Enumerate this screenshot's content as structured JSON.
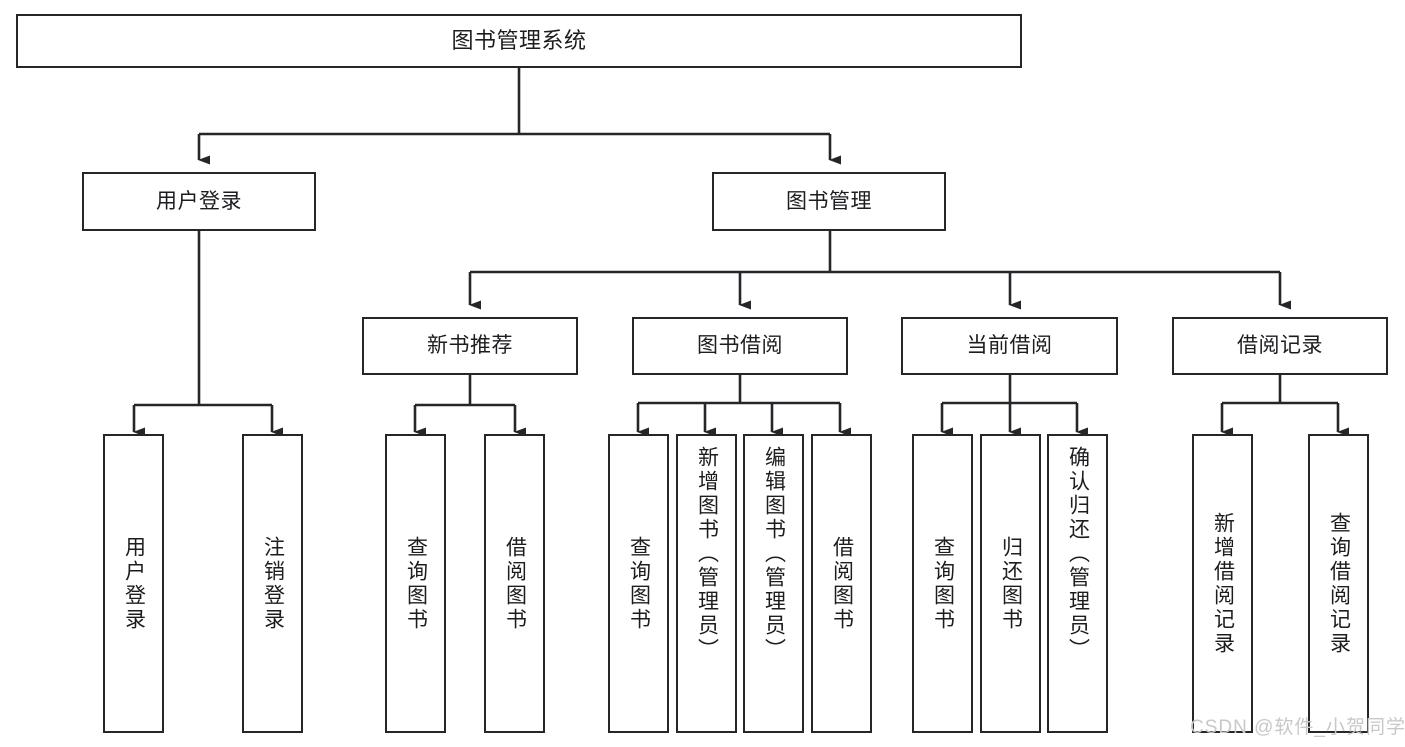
{
  "diagram": {
    "title": "图书管理系统",
    "type": "tree-hierarchy-diagram",
    "colors": {
      "box_border": "#26262a",
      "box_fill": "#ffffff",
      "connector": "#26262a",
      "text": "#1d1d20",
      "watermark": "#c8c8c8",
      "background": "#ffffff"
    },
    "levels": {
      "root": "图书管理系统",
      "level2": [
        "用户登录",
        "图书管理"
      ],
      "level3": [
        "新书推荐",
        "图书借阅",
        "当前借阅",
        "借阅记录"
      ]
    },
    "nodes": {
      "root": {
        "label": "图书管理系统"
      },
      "user_login": {
        "label": "用户登录"
      },
      "book_manage": {
        "label": "图书管理"
      },
      "new_book_rec": {
        "label": "新书推荐"
      },
      "book_borrow": {
        "label": "图书借阅"
      },
      "current_borrow": {
        "label": "当前借阅"
      },
      "borrow_record": {
        "label": "借阅记录"
      }
    },
    "leaves": {
      "user_login": [
        {
          "label": "用户登录"
        },
        {
          "label": "注销登录"
        }
      ],
      "new_book_rec": [
        {
          "label": "查询图书"
        },
        {
          "label": "借阅图书"
        }
      ],
      "book_borrow": [
        {
          "label": "查询图书"
        },
        {
          "label": "新增图书（管理员）"
        },
        {
          "label": "编辑图书（管理员）"
        },
        {
          "label": "借阅图书"
        }
      ],
      "current_borrow": [
        {
          "label": "查询图书"
        },
        {
          "label": "归还图书"
        },
        {
          "label": "确认归还（管理员）"
        }
      ],
      "borrow_record": [
        {
          "label": "新增借阅记录"
        },
        {
          "label": "查询借阅记录"
        }
      ]
    },
    "watermark": "CSDN @软件_小贺同学"
  }
}
